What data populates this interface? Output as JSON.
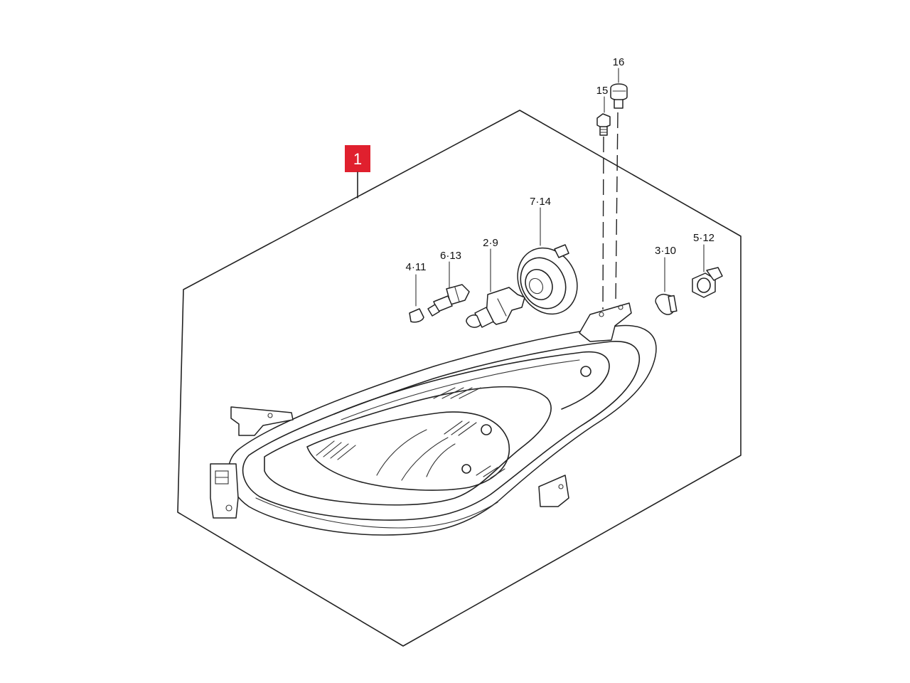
{
  "main_part": {
    "ref_number": "1",
    "badge_color": "#e0202e"
  },
  "callouts": {
    "p16": "16",
    "p15": "15",
    "p7_14": "7·14",
    "p2_9": "2·9",
    "p6_13": "6·13",
    "p4_11": "4·11",
    "p3_10": "3·10",
    "p5_12": "5·12"
  }
}
